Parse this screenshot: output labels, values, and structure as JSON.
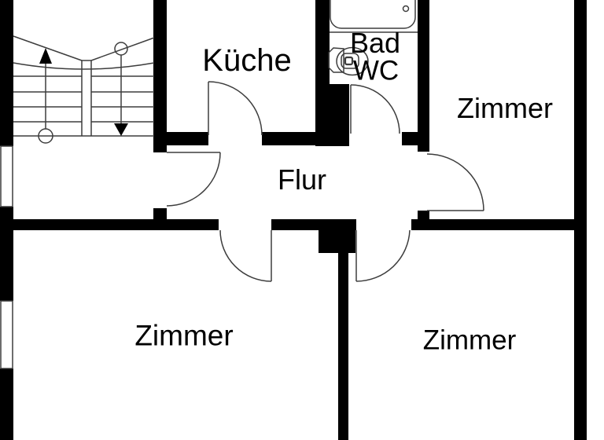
{
  "colors": {
    "background": "#ffffff",
    "wall": "#000000",
    "line": "#3d3d3d",
    "text": "#000000"
  },
  "rooms": {
    "kitchen": {
      "label": "Küche"
    },
    "bathroom": {
      "label_line1": "Bad",
      "label_line2": "WC"
    },
    "hallway": {
      "label": "Flur"
    },
    "room_top_right": {
      "label": "Zimmer"
    },
    "room_bottom_left": {
      "label": "Zimmer"
    },
    "room_bottom_right": {
      "label": "Zimmer"
    }
  },
  "icons": {
    "stairs_up_arrow": "filled-triangle-up",
    "stairs_down_arrow": "filled-triangle-down",
    "bathtub": "rounded-rect-with-drain",
    "toilet": "tank-bowl-seat-outline"
  },
  "counts": {
    "doors": 6,
    "windows": 2
  }
}
